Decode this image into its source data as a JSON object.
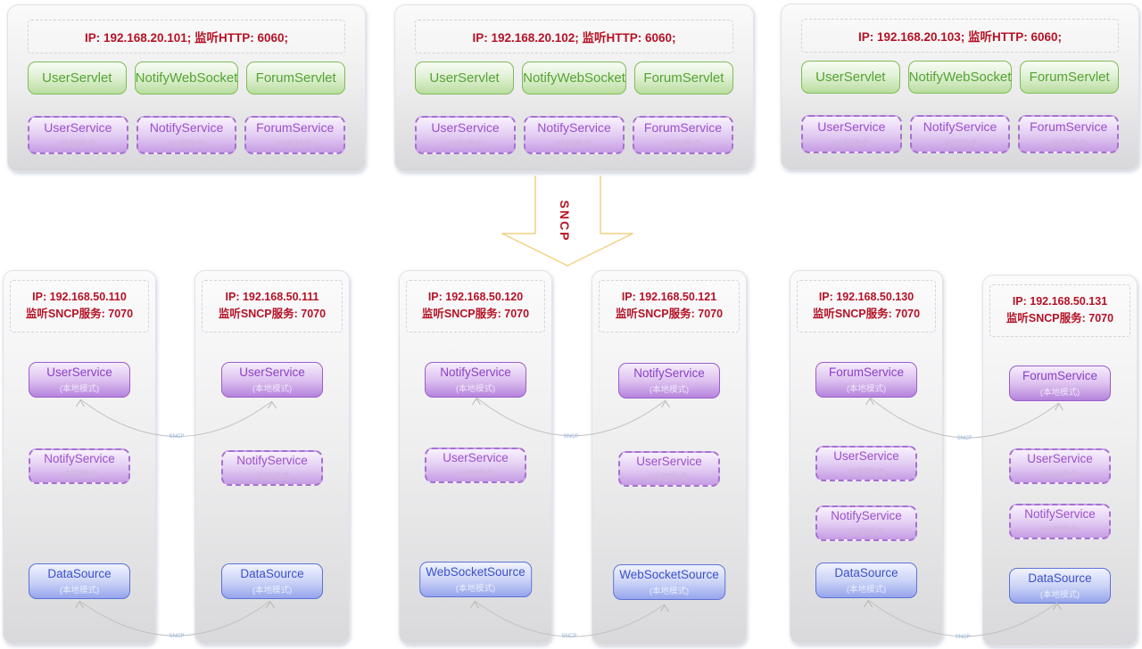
{
  "top_panels": [
    {
      "ip": "IP: 192.168.20.101;  监听HTTP: 6060;",
      "servlets": [
        "UserServlet",
        "NotifyWebSocket",
        "ForumServlet"
      ],
      "services": [
        {
          "name": "UserService",
          "mode": "(远程模式)"
        },
        {
          "name": "NotifyService",
          "mode": "(远程模式)"
        },
        {
          "name": "ForumService",
          "mode": "(远程模式)"
        }
      ]
    },
    {
      "ip": "IP: 192.168.20.102;  监听HTTP: 6060;",
      "servlets": [
        "UserServlet",
        "NotifyWebSocket",
        "ForumServlet"
      ],
      "services": [
        {
          "name": "UserService",
          "mode": "(远程模式)"
        },
        {
          "name": "NotifyService",
          "mode": "(远程模式)"
        },
        {
          "name": "ForumService",
          "mode": "(远程模式)"
        }
      ]
    },
    {
      "ip": "IP: 192.168.20.103;  监听HTTP: 6060;",
      "servlets": [
        "UserServlet",
        "NotifyWebSocket",
        "ForumServlet"
      ],
      "services": [
        {
          "name": "UserService",
          "mode": "(远程模式)"
        },
        {
          "name": "NotifyService",
          "mode": "(远程模式)"
        },
        {
          "name": "ForumService",
          "mode": "(远程模式)"
        }
      ]
    }
  ],
  "sncp_arrow": {
    "label": "SNCP"
  },
  "connector_label": "SNCP",
  "bottom_panels": [
    {
      "ip_line1": "IP: 192.168.50.110",
      "ip_line2": "监听SNCP服务: 7070",
      "boxes": [
        {
          "name": "UserService",
          "mode": "(本地模式)",
          "style": "purple-solid"
        },
        {
          "name": "NotifyService",
          "mode": "(远程模式)",
          "style": "purple-dashed"
        },
        {
          "name": "DataSource",
          "mode": "(本地模式)",
          "style": "blue-solid"
        }
      ]
    },
    {
      "ip_line1": "IP: 192.168.50.111",
      "ip_line2": "监听SNCP服务: 7070",
      "boxes": [
        {
          "name": "UserService",
          "mode": "(本地模式)",
          "style": "purple-solid"
        },
        {
          "name": "NotifyService",
          "mode": "(远程模式)",
          "style": "purple-dashed"
        },
        {
          "name": "DataSource",
          "mode": "(本地模式)",
          "style": "blue-solid"
        }
      ]
    },
    {
      "ip_line1": "IP: 192.168.50.120",
      "ip_line2": "监听SNCP服务: 7070",
      "boxes": [
        {
          "name": "NotifyService",
          "mode": "(本地模式)",
          "style": "purple-solid"
        },
        {
          "name": "UserService",
          "mode": "(远程模式)",
          "style": "purple-dashed"
        },
        {
          "name": "WebSocketSource",
          "mode": "(本地模式)",
          "style": "blue-solid"
        }
      ]
    },
    {
      "ip_line1": "IP: 192.168.50.121",
      "ip_line2": "监听SNCP服务: 7070",
      "boxes": [
        {
          "name": "NotifyService",
          "mode": "(本地模式)",
          "style": "purple-solid"
        },
        {
          "name": "UserService",
          "mode": "(远程模式)",
          "style": "purple-dashed"
        },
        {
          "name": "WebSocketSource",
          "mode": "(本地模式)",
          "style": "blue-solid"
        }
      ]
    },
    {
      "ip_line1": "IP: 192.168.50.130",
      "ip_line2": "监听SNCP服务: 7070",
      "boxes": [
        {
          "name": "ForumService",
          "mode": "(本地模式)",
          "style": "purple-solid"
        },
        {
          "name": "UserService",
          "mode": "(远程模式)",
          "style": "purple-dashed"
        },
        {
          "name": "NotifyService",
          "mode": "(远程模式)",
          "style": "purple-dashed"
        },
        {
          "name": "DataSource",
          "mode": "(本地模式)",
          "style": "blue-solid"
        }
      ]
    },
    {
      "ip_line1": "IP: 192.168.50.131",
      "ip_line2": "监听SNCP服务: 7070",
      "boxes": [
        {
          "name": "ForumService",
          "mode": "(本地模式)",
          "style": "purple-solid"
        },
        {
          "name": "UserService",
          "mode": "(远程模式)",
          "style": "purple-dashed"
        },
        {
          "name": "NotifyService",
          "mode": "(远程模式)",
          "style": "purple-dashed"
        },
        {
          "name": "DataSource",
          "mode": "(本地模式)",
          "style": "blue-solid"
        }
      ]
    }
  ],
  "colors": {
    "red_text": "#b51225",
    "green_border": "#7fbc55",
    "green_text": "#55a336",
    "purple_border": "#9a5ecb",
    "purple_text": "#8a3fc8",
    "blue_border": "#5d72d6",
    "blue_text": "#3c50c8",
    "arrow_outline": "#f2d184",
    "connector_line": "#c0c0c0",
    "connector_label_text": "#8fb2d9"
  }
}
